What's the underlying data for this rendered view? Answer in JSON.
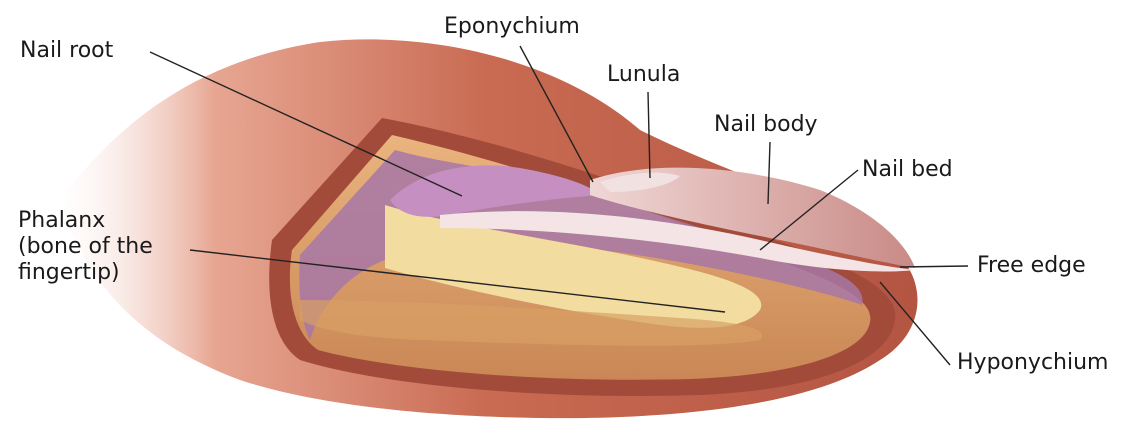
{
  "labels": {
    "nail_root": "Nail root",
    "eponychium": "Eponychium",
    "lunula": "Lunula",
    "nail_body": "Nail body",
    "nail_bed": "Nail bed",
    "phalanx": [
      "Phalanx",
      "(bone of the",
      "fingertip)"
    ],
    "free_edge": "Free edge",
    "hyponychium": "Hyponychium"
  },
  "colors": {
    "skin": "#c96a52",
    "skin_dark": "#9e4534",
    "flesh": "#e9b07e",
    "bone": "#f2dca0",
    "tissue_purple": "#a777a6",
    "nail": "#e6c3bf"
  }
}
